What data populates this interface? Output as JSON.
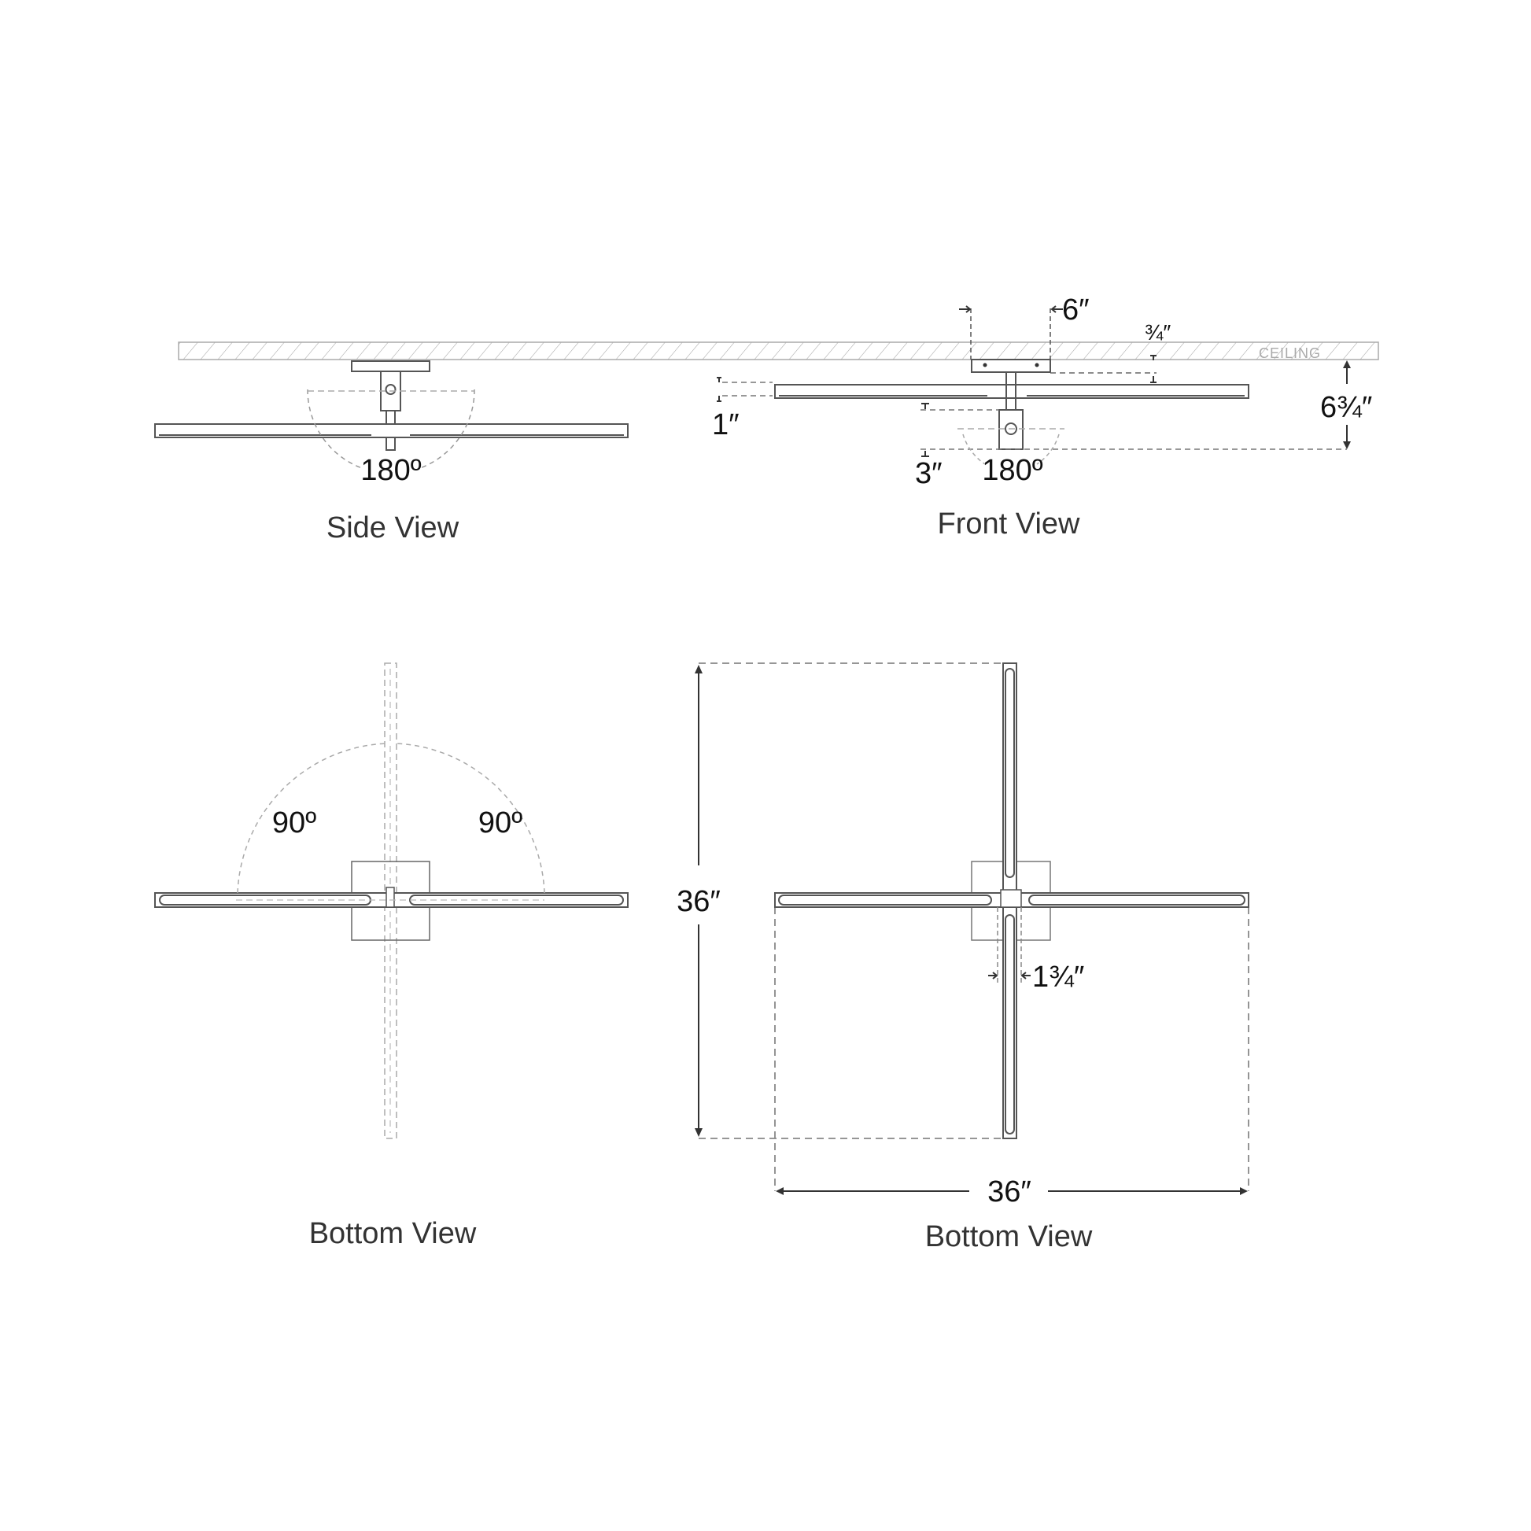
{
  "diagram": {
    "type": "technical-drawing",
    "subject": "ceiling light fixture with rotating arms",
    "ceiling_label": "CEILING",
    "views": [
      {
        "id": "side",
        "label": "Side View",
        "annotations": {
          "rotation": "180º"
        }
      },
      {
        "id": "front",
        "label": "Front View",
        "annotations": {
          "canopy_width": "6″",
          "canopy_depth": "¾″",
          "overall_height": "6¾″",
          "arm_height": "1″",
          "box_height": "3″",
          "rotation": "180º"
        }
      },
      {
        "id": "bottom-rotation",
        "label": "Bottom View",
        "annotations": {
          "left_rotation": "90º",
          "right_rotation": "90º"
        }
      },
      {
        "id": "bottom-dimensions",
        "label": "Bottom View",
        "annotations": {
          "height": "36″",
          "width": "36″",
          "arm_width": "1¾″"
        }
      }
    ]
  },
  "colors": {
    "line": "#555555",
    "light_line": "#999999",
    "dashed": "#8a8a8a",
    "text": "#222222",
    "background": "#ffffff"
  }
}
